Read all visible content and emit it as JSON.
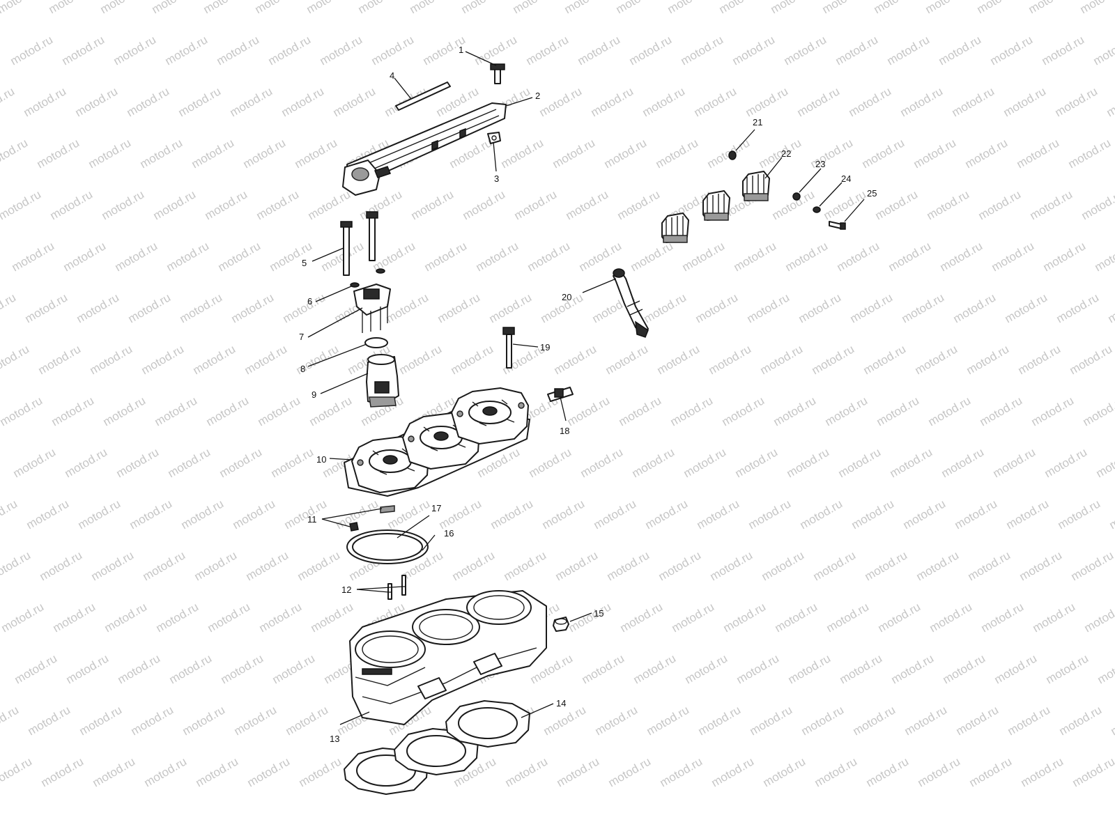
{
  "watermark": "motod.ru",
  "callouts": [
    {
      "id": "c1",
      "label": "1"
    },
    {
      "id": "c2",
      "label": "2"
    },
    {
      "id": "c3",
      "label": "3"
    },
    {
      "id": "c4",
      "label": "4"
    },
    {
      "id": "c5",
      "label": "5"
    },
    {
      "id": "c6",
      "label": "6"
    },
    {
      "id": "c7",
      "label": "7"
    },
    {
      "id": "c8",
      "label": "8"
    },
    {
      "id": "c9",
      "label": "9"
    },
    {
      "id": "c10",
      "label": "10"
    },
    {
      "id": "c11",
      "label": "11"
    },
    {
      "id": "c12",
      "label": "12"
    },
    {
      "id": "c13",
      "label": "13"
    },
    {
      "id": "c14",
      "label": "14"
    },
    {
      "id": "c15",
      "label": "15"
    },
    {
      "id": "c16",
      "label": "16"
    },
    {
      "id": "c17",
      "label": "17"
    },
    {
      "id": "c18",
      "label": "18"
    },
    {
      "id": "c19",
      "label": "19"
    },
    {
      "id": "c20",
      "label": "20"
    },
    {
      "id": "c21",
      "label": "21"
    },
    {
      "id": "c22",
      "label": "22"
    },
    {
      "id": "c23",
      "label": "23"
    },
    {
      "id": "c24",
      "label": "24"
    },
    {
      "id": "c25",
      "label": "25"
    }
  ]
}
